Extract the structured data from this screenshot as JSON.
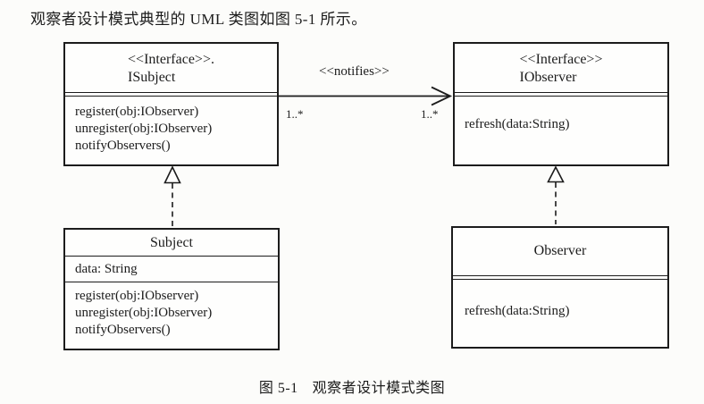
{
  "colors": {
    "ink": "#1c1c1c",
    "paper": "#fcfcfa"
  },
  "page": {
    "intro_text": "观察者设计模式典型的 UML 类图如图 5-1 所示。",
    "caption_label": "图 5-1",
    "caption_text": "观察者设计模式类图"
  },
  "diagram": {
    "classes": {
      "isubject": {
        "stereotype": "<<Interface>>.",
        "name": "ISubject",
        "attributes": [],
        "methods": [
          "register(obj:IObserver)",
          "unregister(obj:IObserver)",
          "notifyObservers()"
        ]
      },
      "iobserver": {
        "stereotype": "<<Interface>>",
        "name": "IObserver",
        "attributes": [],
        "methods": [
          "refresh(data:String)"
        ]
      },
      "subject": {
        "name": "Subject",
        "attributes": [
          "data: String"
        ],
        "methods": [
          "register(obj:IObserver)",
          "unregister(obj:IObserver)",
          "notifyObservers()"
        ]
      },
      "observer": {
        "name": "Observer",
        "attributes": [],
        "methods": [
          "refresh(data:String)"
        ]
      }
    },
    "association": {
      "from": "ISubject",
      "to": "IObserver",
      "label": "<<notifies>>",
      "source_multiplicity": "1..*",
      "target_multiplicity": "1..*"
    },
    "realizations": [
      {
        "from": "Subject",
        "to": "ISubject"
      },
      {
        "from": "Observer",
        "to": "IObserver"
      }
    ]
  }
}
